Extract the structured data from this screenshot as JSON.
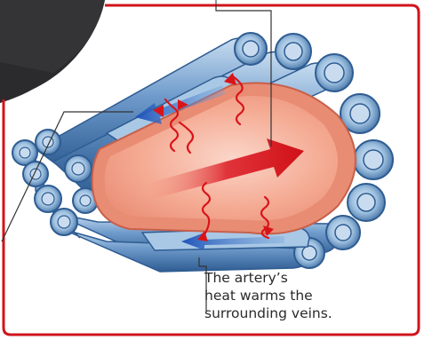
{
  "annotation": {
    "caption": "The artery’s\nheat warms the\nsurrounding veins."
  },
  "colors": {
    "frame": "#d1141c",
    "artery_fill": "#f4a08c",
    "artery_core": "#f8c4b4",
    "vein_blue": "#4f7fb4",
    "vein_light": "#9fc1e0",
    "flow_red": "#d91419",
    "flow_blue": "#1e54b8",
    "leader_line": "#333333"
  },
  "icons": {
    "heat_wave": "wavy-red-arrow",
    "arterial_flow": "large-red-arrow",
    "venous_flow": "blue-arrow"
  }
}
